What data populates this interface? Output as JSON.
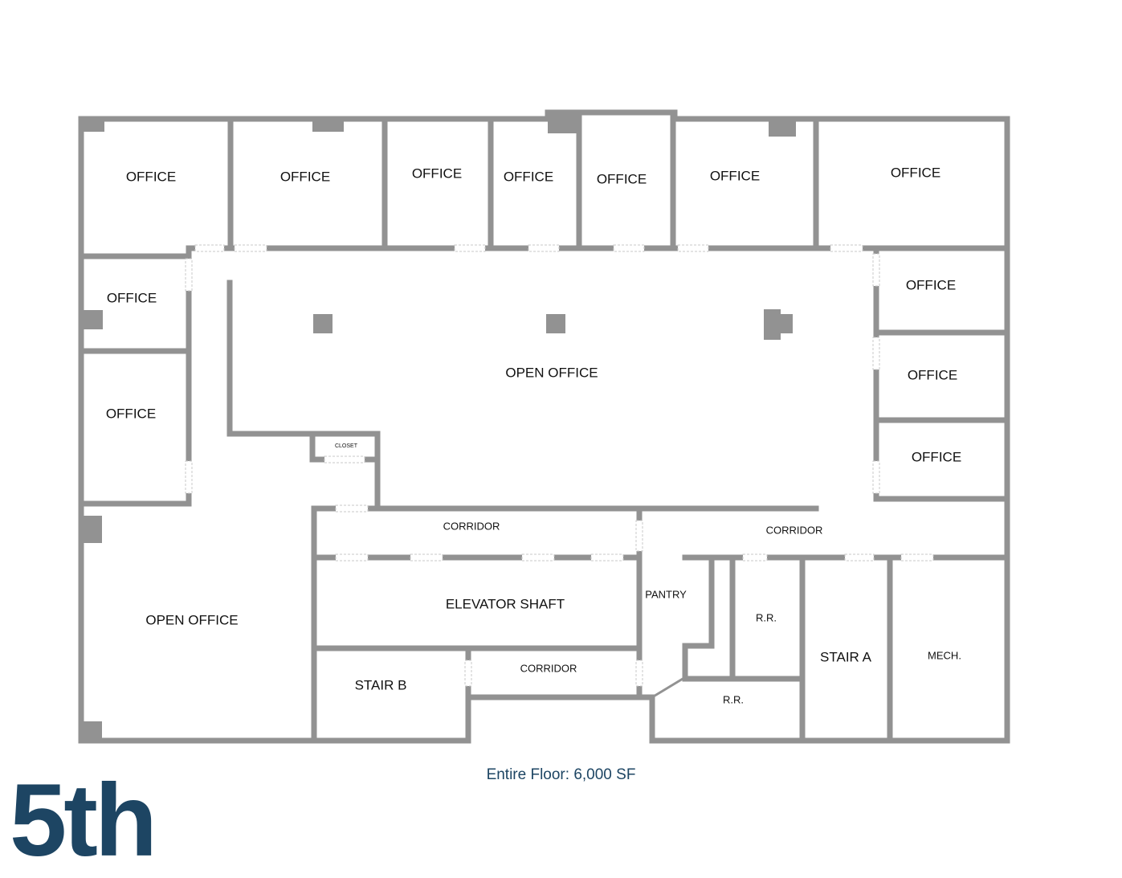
{
  "rooms": {
    "office_1": "OFFICE",
    "office_2": "OFFICE",
    "office_3": "OFFICE",
    "office_4": "OFFICE",
    "office_5": "OFFICE",
    "office_6": "OFFICE",
    "office_7": "OFFICE",
    "office_left_1": "OFFICE",
    "office_left_2": "OFFICE",
    "office_right_1": "OFFICE",
    "office_right_2": "OFFICE",
    "office_right_3": "OFFICE",
    "open_office_main": "OPEN OFFICE",
    "open_office_left": "OPEN OFFICE",
    "closet": "CLOSET",
    "corridor_upper": "CORRIDOR",
    "corridor_right": "CORRIDOR",
    "corridor_lower": "CORRIDOR",
    "elevator_shaft": "ELEVATOR SHAFT",
    "pantry": "PANTRY",
    "restroom_1": "R.R.",
    "restroom_2": "R.R.",
    "stair_a": "STAIR A",
    "stair_b": "STAIR B",
    "mech": "MECH."
  },
  "floor_area": "Entire Floor: 6,000 SF",
  "floor_number": "5th",
  "colors": {
    "wall": "#929292",
    "accent": "#1d4563"
  }
}
